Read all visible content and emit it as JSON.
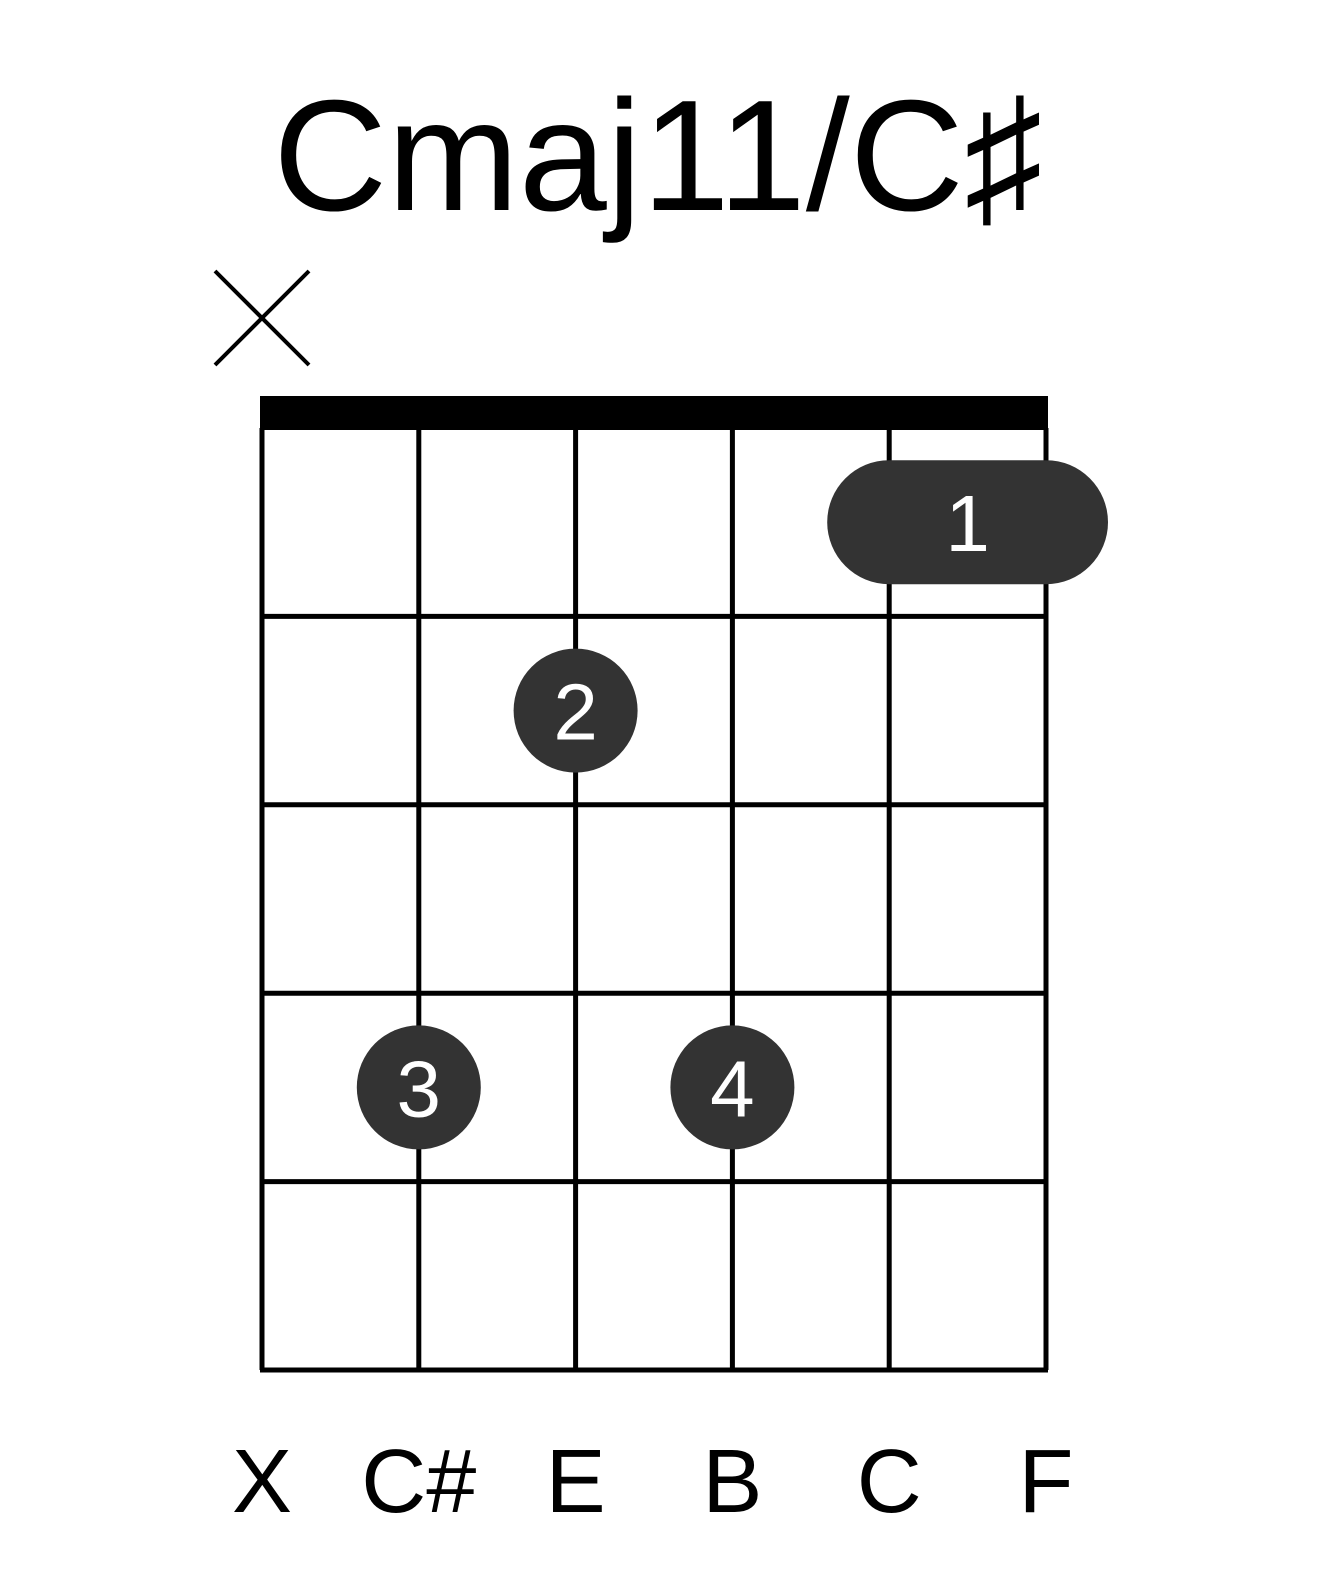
{
  "title": "Cmaj11/C♯",
  "colors": {
    "grid": "#000000",
    "dot": "#333333",
    "dot_text": "#ffffff",
    "background": "#ffffff"
  },
  "diagram": {
    "strings": 6,
    "frets": 5,
    "muted_strings": [
      1
    ],
    "notes": [
      "X",
      "C#",
      "E",
      "B",
      "C",
      "F"
    ],
    "fingers": [
      {
        "label": "1",
        "fret": 1,
        "string_from": 5,
        "string_to": 6
      },
      {
        "label": "2",
        "fret": 2,
        "string_from": 3,
        "string_to": 3
      },
      {
        "label": "3",
        "fret": 4,
        "string_from": 2,
        "string_to": 2
      },
      {
        "label": "4",
        "fret": 4,
        "string_from": 4,
        "string_to": 4
      }
    ]
  }
}
